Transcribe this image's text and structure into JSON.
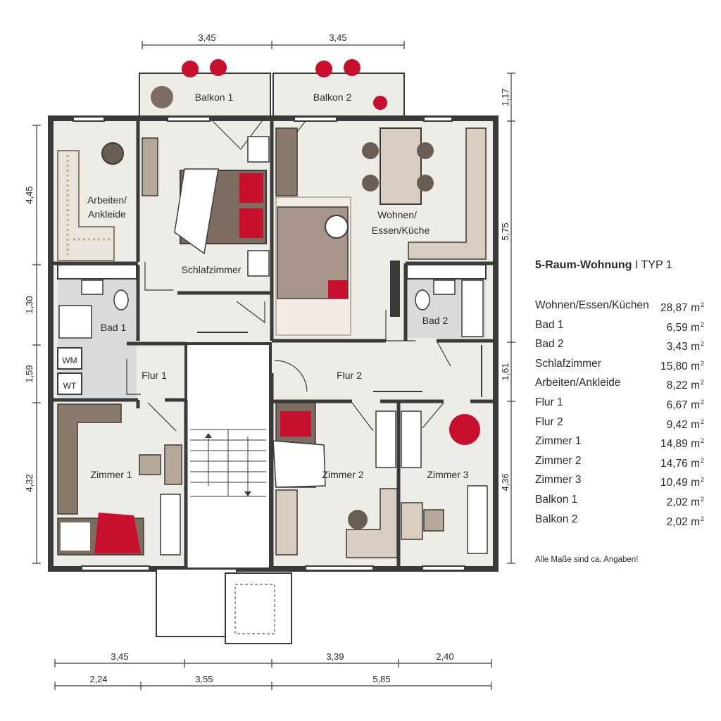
{
  "plan": {
    "rooms": {
      "balkon1": "Balkon 1",
      "balkon2": "Balkon 2",
      "arbeiten_l1": "Arbeiten/",
      "arbeiten_l2": "Ankleide",
      "schlafzimmer": "Schlafzimmer",
      "wohnen_l1": "Wohnen/",
      "wohnen_l2": "Essen/Küche",
      "bad1": "Bad 1",
      "bad2": "Bad 2",
      "flur1": "Flur 1",
      "flur2": "Flur 2",
      "zimmer1": "Zimmer 1",
      "zimmer2": "Zimmer 2",
      "zimmer3": "Zimmer 3",
      "wm": "WM",
      "wt": "WT"
    },
    "dimensions": {
      "top_left": "3,45",
      "top_right": "3,45",
      "bottom1_left": "3,45",
      "bottom1_mid": "3,39",
      "bottom1_right": "2,40",
      "bottom2_left": "2,24",
      "bottom2_mid": "3,55",
      "bottom2_right": "5,85",
      "left_1": "4,45",
      "left_2": "1,30",
      "left_3": "1,59",
      "left_4": "4,32",
      "right_1": "1,17",
      "right_2": "5,75",
      "right_3": "1,61",
      "right_4": "4,36"
    }
  },
  "legend": {
    "title": "5-Raum-Wohnung",
    "type": "TYP 1",
    "unit": "m",
    "unit_exp": "2",
    "rooms": [
      {
        "name": "Wohnen/Essen/Küchen",
        "area": "28,87"
      },
      {
        "name": "Bad 1",
        "area": "6,59"
      },
      {
        "name": "Bad 2",
        "area": "3,43"
      },
      {
        "name": "Schlafzimmer",
        "area": "15,80"
      },
      {
        "name": "Arbeiten/Ankleide",
        "area": "8,22"
      },
      {
        "name": "Flur 1",
        "area": "6,67"
      },
      {
        "name": "Flur 2",
        "area": "9,42"
      },
      {
        "name": "Zimmer 1",
        "area": "14,89"
      },
      {
        "name": "Zimmer 2",
        "area": "14,76"
      },
      {
        "name": "Zimmer 3",
        "area": "10,49"
      },
      {
        "name": "Balkon 1",
        "area": "2,02"
      },
      {
        "name": "Balkon 2",
        "area": "2,02"
      }
    ],
    "note": "Alle Maße sind ca.  Angaben!"
  },
  "colors": {
    "floor": "#eeece6",
    "bath": "#d9dadc",
    "wall": "#3a3a3a",
    "accent_red": "#c8102e",
    "furniture": "#b5a898",
    "furniture_dark": "#8a7a6c"
  }
}
